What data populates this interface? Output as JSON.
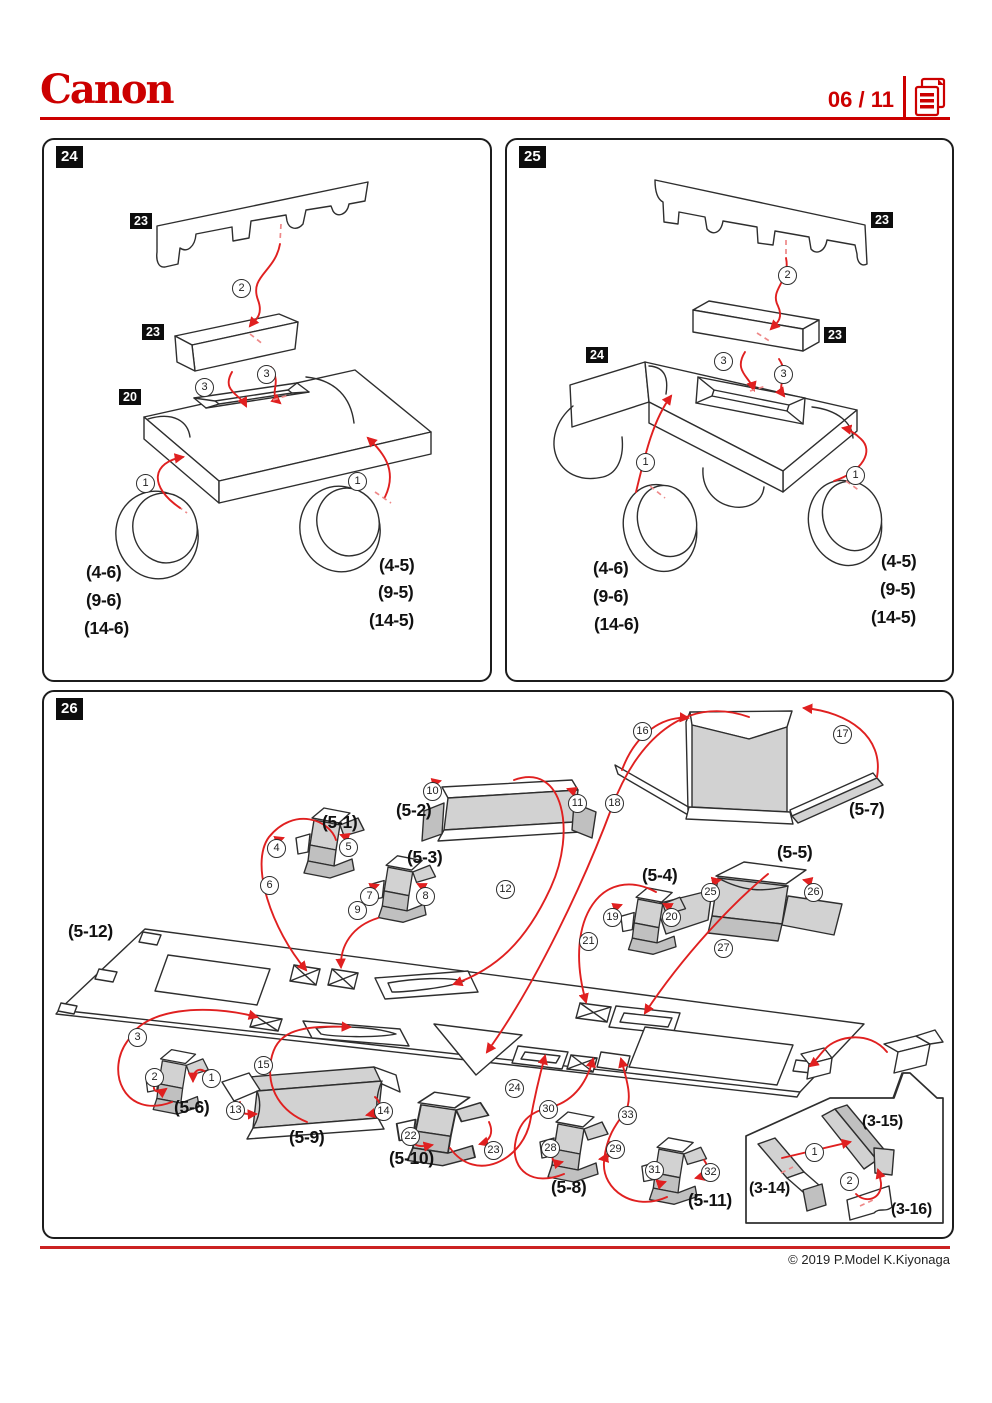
{
  "colors": {
    "brand_red": "#cc0000",
    "arrow_red": "#e02020"
  },
  "header": {
    "brand": "Canon",
    "page_number": "06 / 11"
  },
  "footer": {
    "copyright": "© 2019 P.Model K.Kiyonaga"
  },
  "panels": {
    "p24": {
      "step": "24",
      "tags": [
        "23",
        "23",
        "20"
      ],
      "circles": [
        "2",
        "3",
        "3",
        "1",
        "1"
      ],
      "left_parts": [
        "(4-6)",
        "(9-6)",
        "(14-6)"
      ],
      "right_parts": [
        "(4-5)",
        "(9-5)",
        "(14-5)"
      ]
    },
    "p25": {
      "step": "25",
      "tags": [
        "23",
        "23",
        "24"
      ],
      "circles": [
        "2",
        "3",
        "3",
        "1",
        "1"
      ],
      "left_parts": [
        "(4-6)",
        "(9-6)",
        "(14-6)"
      ],
      "right_parts": [
        "(4-5)",
        "(9-5)",
        "(14-5)"
      ]
    },
    "p26": {
      "step": "26",
      "part_labels": {
        "p5_1": "(5-1)",
        "p5_2": "(5-2)",
        "p5_3": "(5-3)",
        "p5_4": "(5-4)",
        "p5_5": "(5-5)",
        "p5_6": "(5-6)",
        "p5_7": "(5-7)",
        "p5_8": "(5-8)",
        "p5_9": "(5-9)",
        "p5_10": "(5-10)",
        "p5_11": "(5-11)",
        "p5_12": "(5-12)"
      },
      "circles": [
        "4",
        "5",
        "6",
        "10",
        "11",
        "12",
        "7",
        "8",
        "9",
        "16",
        "17",
        "18",
        "19",
        "20",
        "21",
        "25",
        "26",
        "27",
        "3",
        "2",
        "1",
        "15",
        "13",
        "14",
        "22",
        "23",
        "24",
        "30",
        "28",
        "29",
        "33",
        "31",
        "32"
      ],
      "inset": {
        "labels": {
          "p3_14": "(3-14)",
          "p3_15": "(3-15)",
          "p3_16": "(3-16)"
        },
        "circles": [
          "1",
          "2"
        ]
      }
    }
  }
}
